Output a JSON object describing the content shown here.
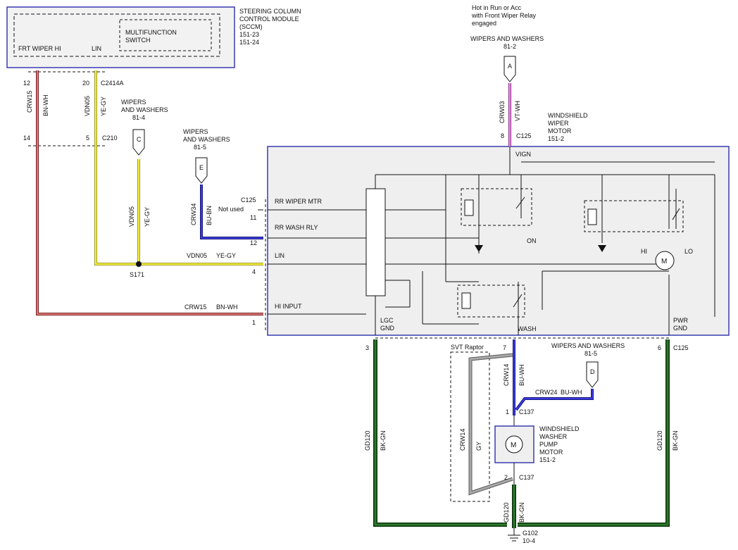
{
  "colors": {
    "module_border": "#3a3ab0",
    "module_fill": "#efefef",
    "wire_red": "#c23b3b",
    "wire_yellow": "#e8e22a",
    "wire_blue": "#2424b8",
    "wire_violet": "#d56ad6",
    "wire_green": "#1f5c1f",
    "wire_gray": "#8a8a8a",
    "line": "#111111"
  },
  "sccm": {
    "title_lines": [
      "STEERING COLUMN",
      "CONTROL MODULE",
      "(SCCM)",
      "151-23",
      "151-24"
    ],
    "switch_lines": [
      "MULTIFUNCTION",
      "SWITCH"
    ],
    "pin_frt": "FRT WIPER HI",
    "pin_lin": "LIN"
  },
  "connectors": {
    "p12": "12",
    "p20": "20",
    "c2414a": "C2414A",
    "p14": "14",
    "p5": "5",
    "c210": "C210",
    "c125_top": "C125",
    "p8": "8",
    "c125_left": "C125",
    "p11": "11",
    "p12b": "12",
    "p4": "4",
    "p1": "1",
    "p3": "3",
    "p7": "7",
    "p6": "6",
    "c125_bottom": "C125",
    "c137_top": "C137",
    "p1b": "1",
    "c137_bot": "C137",
    "p2": "2",
    "s171": "S171",
    "g102": "G102",
    "g102_page": "10-4"
  },
  "wires": {
    "crw15": "CRW15",
    "bn_wh": "BN-WH",
    "vdn05": "VDN05",
    "ye_gy": "YE-GY",
    "vdn05_h": "VDN05",
    "ye_gy_h": "YE-GY",
    "crw15_h": "CRW15",
    "bn_wh_h": "BN-WH",
    "crw34": "CRW34",
    "bu_bn": "BU-BN",
    "crw03": "CRW03",
    "vt_wh": "VT-WH",
    "crw14": "CRW14",
    "bu_wh": "BU-WH",
    "crw24": "CRW24",
    "bu_wh_h": "BU-WH",
    "crw14_gray": "CRW14",
    "gy": "GY",
    "gd120_l": "GD120",
    "bk_gn_l": "BK-GN",
    "gd120_r": "GD120",
    "bk_gn_r": "BK-GN",
    "gd120_m": "GD120",
    "bk_gn_m": "BK-GN"
  },
  "refs": {
    "c": {
      "letter": "C",
      "lines": [
        "WIPERS",
        "AND WASHERS",
        "81-4"
      ]
    },
    "e": {
      "letter": "E",
      "lines": [
        "WIPERS",
        "AND WASHERS",
        "81-5"
      ]
    },
    "a": {
      "letter": "A",
      "lines": [
        "WIPERS AND WASHERS",
        "81-2"
      ]
    },
    "d": {
      "letter": "D",
      "lines": [
        "WIPERS AND WASHERS",
        "81-5"
      ]
    }
  },
  "hot_note": [
    "Hot in Run or Acc",
    "with Front Wiper Relay",
    "engaged"
  ],
  "motor_title": [
    "WINDSHIELD",
    "WIPER",
    "MOTOR",
    "151-2"
  ],
  "module_pins": {
    "rr_wiper": "RR WIPER MTR",
    "rr_wash": "RR WASH RLY",
    "lin": "LIN",
    "hi_input": "HI INPUT",
    "not_used": "Not used",
    "vign": "VIGN",
    "on": "ON",
    "wash": "WASH",
    "lgc": "LGC",
    "gnd_l": "GND",
    "pwr": "PWR",
    "gnd_r": "GND",
    "hi": "HI",
    "lo": "LO",
    "m": "M"
  },
  "pump": {
    "lines": [
      "WINDSHIELD",
      "WASHER",
      "PUMP",
      "MOTOR",
      "151-2"
    ],
    "m": "M"
  },
  "svt": "SVT Raptor"
}
